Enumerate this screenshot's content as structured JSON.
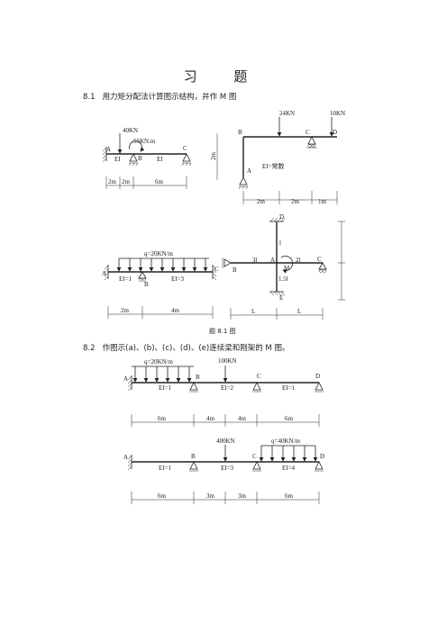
{
  "title": "习    题",
  "problem1": {
    "number": "8.1",
    "text": "用力矩分配法计算图示结构，并作 M 图"
  },
  "problem2": {
    "number": "8.2",
    "text": "作图示(a)、(b)、(c)、(d)、(e)连续梁和刚架的 M 图。"
  },
  "figure_caption": "题 8.1 图",
  "fig_a": {
    "load1": "40KN",
    "moment": "55KN.m",
    "A": "A",
    "B": "B",
    "C": "C",
    "EI1": "EI",
    "EI2": "EI",
    "d1": "2m",
    "d2": "2m",
    "d3": "6m"
  },
  "fig_b": {
    "load1": "24KN",
    "load2": "10KN",
    "A": "A",
    "B": "B",
    "C": "C",
    "D": "D",
    "height": "2m",
    "EI": "EI=常数",
    "d1": "2m",
    "d2": "2m",
    "d3": "1m"
  },
  "fig_c": {
    "q": "q=20KN/m",
    "A": "A",
    "B": "B",
    "C": "C",
    "EI1": "EI=1",
    "EI2": "EI=3",
    "d1": "2m",
    "d2": "4m"
  },
  "fig_d": {
    "D": "D",
    "B": "B",
    "A": "A",
    "C": "C",
    "E": "E",
    "M": "M",
    "l1": "l",
    "l2": "3l",
    "l3": "2l",
    "l4": "1.5l",
    "L1": "L",
    "L2": "L"
  },
  "fig_e": {
    "q": "q=20KN/m",
    "P": "100KN",
    "A": "A",
    "B": "B",
    "C": "C",
    "D": "D",
    "EI1": "EI=1",
    "EI2": "EI=2",
    "EI3": "EI=1",
    "d1": "6m",
    "d2": "4m",
    "d3": "4m",
    "d4": "6m"
  },
  "fig_f": {
    "P": "400KN",
    "q": "q=40KN/m",
    "A": "A",
    "B": "B",
    "C": "C",
    "D": "D",
    "EI1": "EI=1",
    "EI2": "EI=3",
    "EI3": "EI=4",
    "d1": "6m",
    "d2": "3m",
    "d3": "3m",
    "d4": "6m"
  }
}
